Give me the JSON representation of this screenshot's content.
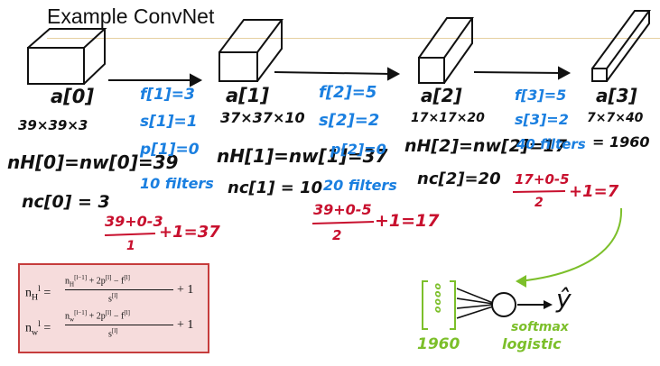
{
  "title": "Example ConvNet",
  "colors": {
    "handwriting": "#111111",
    "blue": "#1a7fe0",
    "red": "#c8102e",
    "green": "#7cbf2a",
    "box_border": "#c63c3c",
    "box_fill": "#f6dcdc"
  },
  "layers": {
    "a0": {
      "name": "a[0]",
      "dims": "39×39×3",
      "nhw": "nH[0]=nw[0]=39",
      "nc": "nc[0] = 3"
    },
    "a1": {
      "name": "a[1]",
      "dims": "37×37×10",
      "nhw": "nH[1]=nw[1]=37",
      "nc": "nc[1] = 10"
    },
    "a2": {
      "name": "a[2]",
      "dims": "17×17×20",
      "nhw": "nH[2]=nw[2]=17",
      "nc": "nc[2]=20"
    },
    "a3": {
      "name": "a[3]",
      "dims": "7×7×40",
      "flat": "= 1960"
    }
  },
  "conv1": {
    "f": "f[1]=3",
    "s": "s[1]=1",
    "p": "p[1]=0",
    "filters": "10 filters"
  },
  "conv2": {
    "f": "f[2]=5",
    "s": "s[2]=2",
    "p": "p[2]=0",
    "filters": "20 filters"
  },
  "conv3": {
    "f": "f[3]=5",
    "s": "s[3]=2",
    "filters": "40 filters"
  },
  "calc1": {
    "numerator": "39+0-3",
    "denominator": "1",
    "rest": "+1=37"
  },
  "calc2": {
    "numerator": "39+0-5",
    "denominator": "2",
    "rest": "+1=17"
  },
  "calc3": {
    "numerator": "17+0-5",
    "denominator": "2",
    "rest": "+1=7"
  },
  "output": {
    "vector_count": "1960",
    "activation": "softmax",
    "alt": "logistic",
    "yhat": "ŷ"
  },
  "formula": {
    "lhs_h": "n_H^[l]",
    "lhs_w": "n_w^[l]",
    "rhs": "+ 1"
  }
}
